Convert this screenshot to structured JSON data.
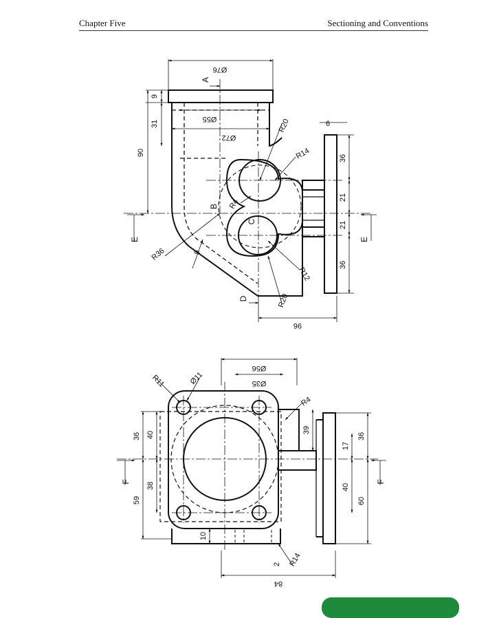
{
  "header": {
    "left": "Chapter Five",
    "right": "Sectioning and Conventions"
  },
  "top_view": {
    "section_letters": {
      "a": "A",
      "b": "B",
      "c": "C",
      "d": "D",
      "e_left": "E",
      "e_right": "E"
    },
    "dims": {
      "d76": "Ø76",
      "d55": "Ø55",
      "d72": "Ø72",
      "v9": "9",
      "v31": "31",
      "v90": "90",
      "r20_top": "R20",
      "r14": "R14",
      "r4": "R4",
      "r36": "R36",
      "s9": "9",
      "r12": "R12",
      "r20_bot": "R20",
      "h6": "6",
      "v36_top": "36",
      "v21_top": "21",
      "v21_bot": "21",
      "v36_bot": "36",
      "h96": "96"
    }
  },
  "front_view": {
    "section_letters": {
      "f_left": "F",
      "f_right": "F"
    },
    "dims": {
      "d56": "Ø56",
      "d35": "Ø35",
      "r11": "R11",
      "d11": "Ø11",
      "r4": "R4",
      "v36": "36",
      "v40_left": "40",
      "v38": "38",
      "v59": "59",
      "v39": "39",
      "v17": "17",
      "v40_right": "40",
      "v36_right": "36",
      "v60": "60",
      "v10": "10",
      "v2": "2",
      "r14": "R14",
      "h84": "84"
    }
  }
}
